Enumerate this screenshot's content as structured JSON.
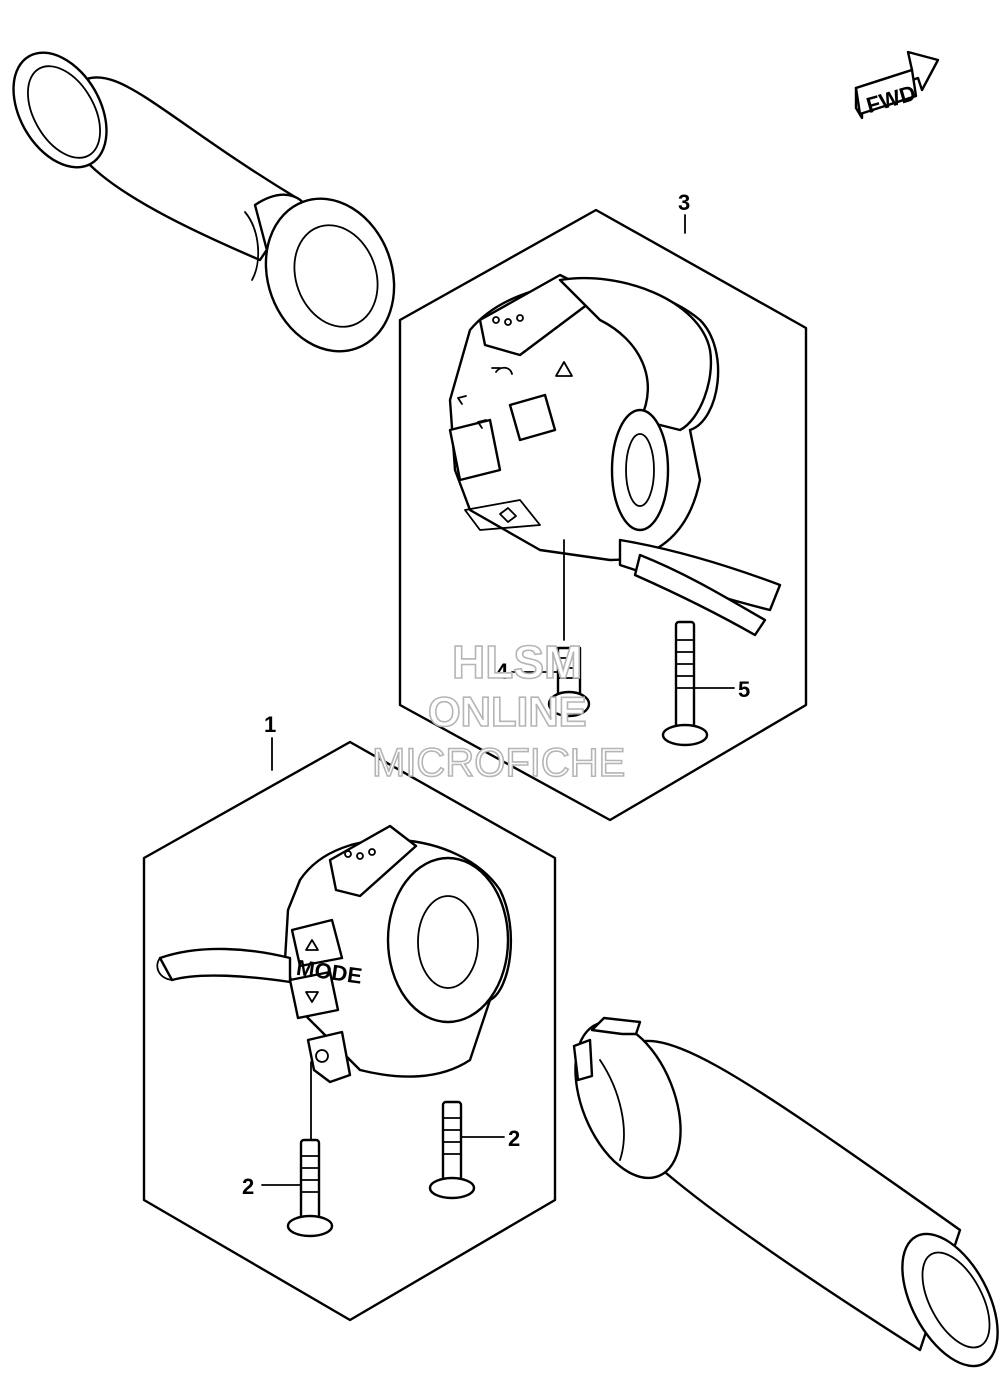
{
  "fwd_label": "FWD",
  "callouts": {
    "part1": "1",
    "part2a": "2",
    "part2b": "2",
    "part3": "3",
    "part4": "4",
    "part5": "5"
  },
  "switch_labels": {
    "mode": "MODE"
  },
  "watermark": {
    "line1": "HLSM",
    "line2": "ONLINE",
    "line3": "MICROFICHE"
  },
  "colors": {
    "line": "#000000",
    "watermark_outline": "#b5b5b5"
  }
}
